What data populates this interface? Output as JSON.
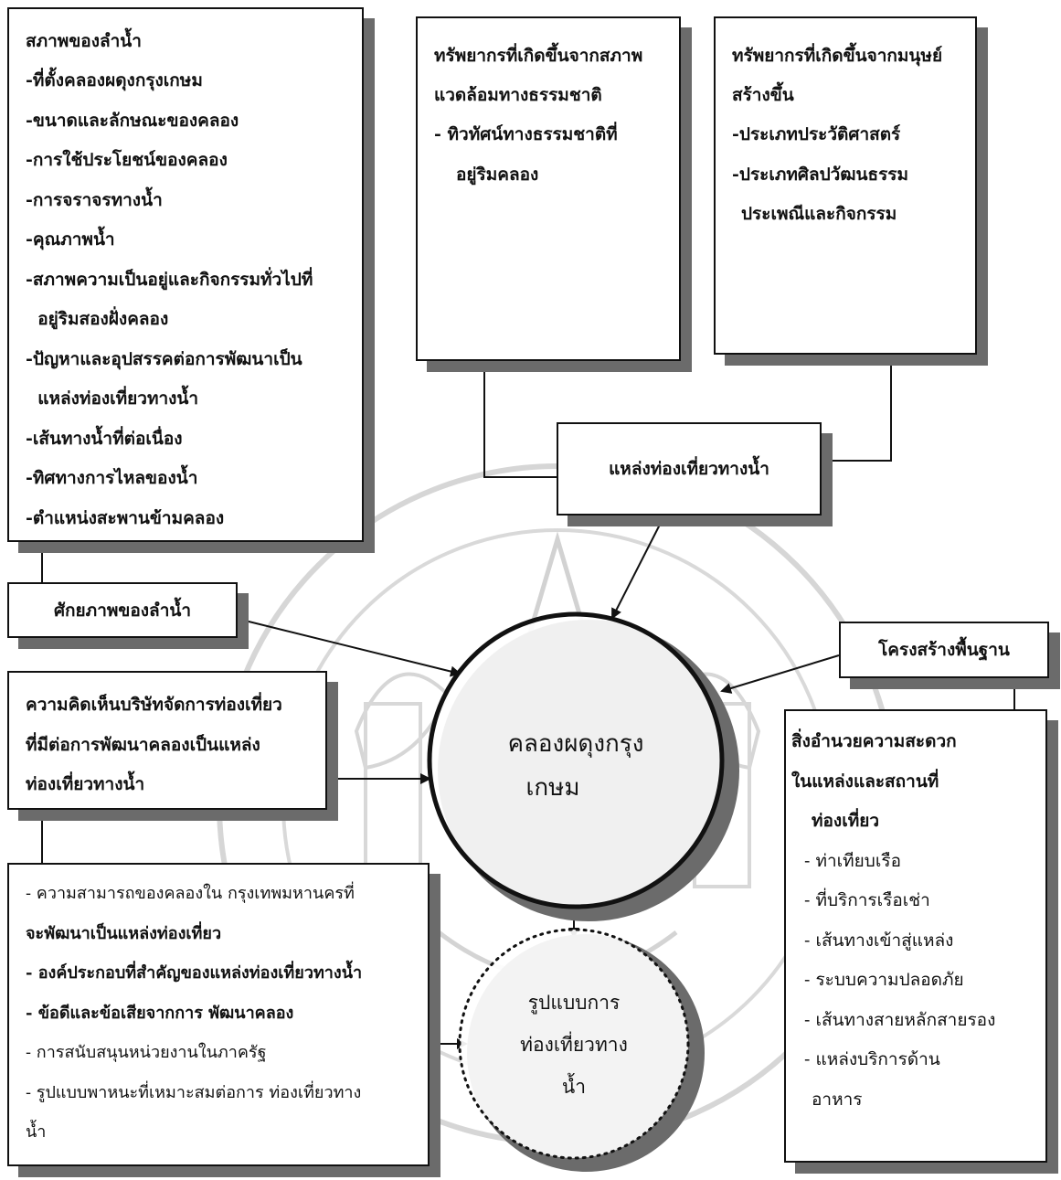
{
  "diagram": {
    "stream_conditions": {
      "title": "สภาพของลำน้ำ",
      "lines": [
        "-ที่ตั้งคลองผดุงกรุงเกษม",
        "-ขนาดและลักษณะของคลอง",
        "-การใช้ประโยชน์ของคลอง",
        "-การจราจรทางน้ำ",
        "-คุณภาพน้ำ",
        "-สภาพความเป็นอยู่และกิจกรรมทั่วไปที่",
        "  อยู่ริมสองฝั่งคลอง",
        "-ปัญหาและอุปสรรคต่อการพัฒนาเป็น",
        "  แหล่งท่องเที่ยวทางน้ำ",
        "-เส้นทางน้ำที่ต่อเนื่อง",
        "-ทิศทางการไหลของน้ำ",
        "-ตำแหน่งสะพานข้ามคลอง"
      ]
    },
    "natural_resources": {
      "title_1": "ทรัพยากรที่เกิดขึ้นจากสภาพ",
      "title_2": "แวดล้อมทางธรรมชาติ",
      "line_1": "- ทิวทัศน์ทางธรรมชาติที่",
      "line_2": "อยู่ริมคลอง"
    },
    "manmade_resources": {
      "title_1": "ทรัพยากรที่เกิดขึ้นจากมนุษย์",
      "title_2": "สร้างขึ้น",
      "line_1": "-ประเภทประวัติศาสตร์",
      "line_2": "-ประเภทศิลปวัฒนธรรม",
      "line_3": "ประเพณีและกิจกรรม"
    },
    "water_attraction_label": "แหล่งท่องเที่ยวทางน้ำ",
    "stream_potential_label": "ศักยภาพของลำน้ำ",
    "infrastructure_label": "โครงสร้างพื้นฐาน",
    "company_opinion": {
      "line_1": "ความคิดเห็นบริษัทจัดการท่องเที่ยว",
      "line_2": "ที่มีต่อการพัฒนาคลองเป็นแหล่ง",
      "line_3": "ท่องเที่ยวทางน้ำ"
    },
    "center_circle": {
      "line_1": "คลองผดุงกรุง",
      "line_2": "เกษม"
    },
    "result_circle": {
      "line_1": "รูปแบบการ",
      "line_2": "ท่องเที่ยวทาง",
      "line_3": "น้ำ"
    },
    "capability": {
      "lines": [
        "- ความสามารถของคลองใน กรุงเทพมหานครที่",
        "จะพัฒนาเป็นแหล่งท่องเที่ยว",
        "- องค์ประกอบที่สำคัญของแหล่งท่องเที่ยวทางน้ำ",
        "- ข้อดีและข้อเสียจากการ พัฒนาคลอง",
        "- การสนับสนุนหน่วยงานในภาครัฐ",
        "- รูปแบบพาหนะที่เหมาะสมต่อการ ท่องเที่ยวทาง",
        "น้ำ"
      ]
    },
    "facilities": {
      "title_1": "สิ่งอำนวยความสะดวก",
      "title_2": "ในแหล่งและสถานที่",
      "title_3": "ท่องเที่ยว",
      "items": [
        "- ท่าเทียบเรือ",
        "- ที่บริการเรือเช่า",
        "- เส้นทางเข้าสู่แหล่ง",
        "- ระบบความปลอดภัย",
        "- เส้นทางสายหลักสายรอง",
        "- แหล่งบริการด้าน",
        "อาหาร"
      ]
    }
  }
}
